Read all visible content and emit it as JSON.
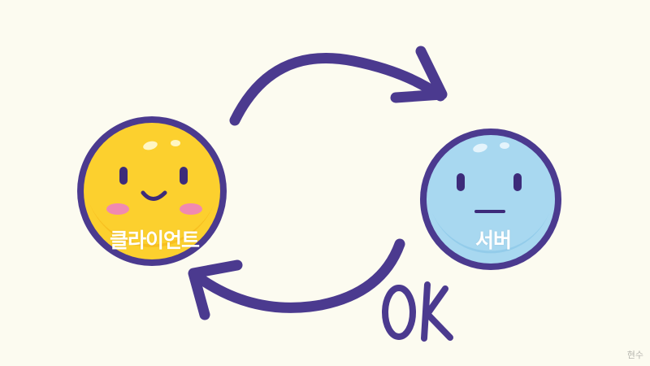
{
  "diagram": {
    "client": {
      "label": "클라이언트",
      "color": "#fcd02e",
      "expression": "smiling"
    },
    "server": {
      "label": "서버",
      "color": "#a8d8f0",
      "expression": "neutral"
    },
    "request_arrow": {
      "direction": "client-to-server",
      "color": "#4b3a8f"
    },
    "response_arrow": {
      "direction": "server-to-client",
      "color": "#4b3a8f",
      "label": "OK"
    },
    "watermark": "현수"
  }
}
